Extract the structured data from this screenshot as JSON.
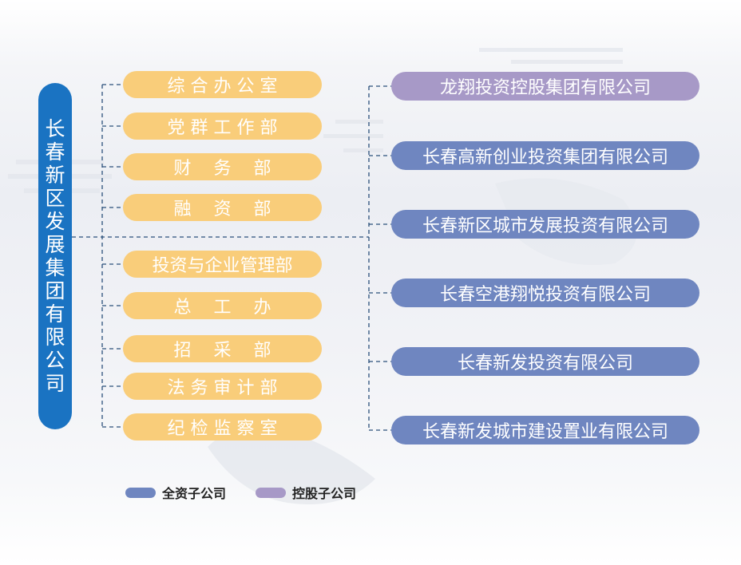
{
  "root": {
    "name": "长春新区发展集团有限公司"
  },
  "departments": [
    {
      "label": "综 合 办 公 室"
    },
    {
      "label": "党 群 工 作 部"
    },
    {
      "label": "财    务    部"
    },
    {
      "label": "融    资    部"
    },
    {
      "label": "投资与企业管理部"
    },
    {
      "label": "总    工    办"
    },
    {
      "label": "招    采    部"
    },
    {
      "label": "法 务 审 计 部"
    },
    {
      "label": "纪 检 监 察 室"
    }
  ],
  "subsidiaries": [
    {
      "label": "龙翔投资控股集团有限公司",
      "type": "holding"
    },
    {
      "label": "长春高新创业投资集团有限公司",
      "type": "wholly"
    },
    {
      "label": "长春新区城市发展投资有限公司",
      "type": "wholly"
    },
    {
      "label": "长春空港翔悦投资有限公司",
      "type": "wholly"
    },
    {
      "label": "长春新发投资有限公司",
      "type": "wholly"
    },
    {
      "label": "长春新发城市建设置业有限公司",
      "type": "wholly"
    }
  ],
  "legend": {
    "wholly": {
      "label": "全资子公司",
      "color": "#6f86c0"
    },
    "holding": {
      "label": "控股子公司",
      "color": "#a799c7"
    }
  },
  "colors": {
    "root": "#1a73c2",
    "department": "#f9cd7a",
    "connector": "#2a4f7a"
  }
}
